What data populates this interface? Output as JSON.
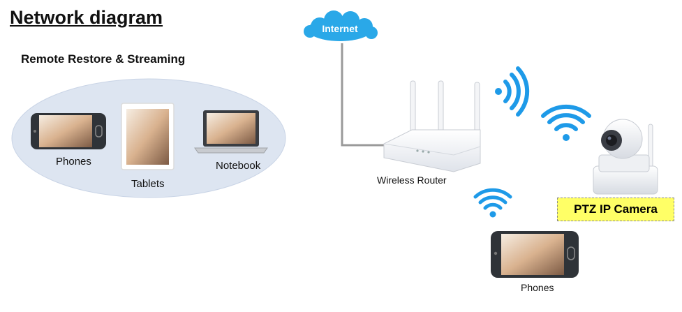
{
  "diagram": {
    "title": "Network diagram",
    "subtitle": "Remote Restore & Streaming",
    "internet_label": "Internet",
    "router_label": "Wireless Router",
    "camera_label": "PTZ IP Camera",
    "devices": {
      "phones_label": "Phones",
      "tablets_label": "Tablets",
      "notebook_label": "Notebook",
      "remote_phones_label": "Phones"
    }
  },
  "colors": {
    "ellipse": "#dde5f1",
    "wifi": "#1e9ae8",
    "cloud": "#2aa8e8",
    "callout": "#ffff66",
    "line": "#9a9a9a"
  }
}
